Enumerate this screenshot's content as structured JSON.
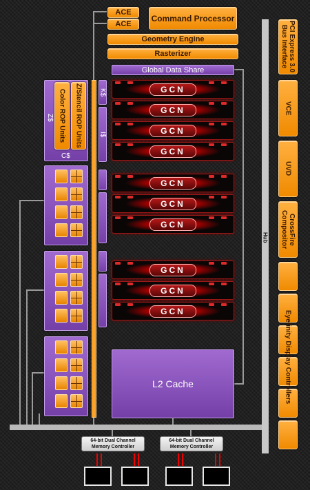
{
  "top": {
    "ace1": "ACE",
    "ace2": "ACE",
    "command_processor": "Command Processor",
    "geometry_engine": "Geometry Engine",
    "rasterizer": "Rasterizer",
    "global_data_share": "Global Data Share"
  },
  "compute_units": {
    "label": "GCN",
    "groups": [
      {
        "count": 4
      },
      {
        "count": 3
      },
      {
        "count": 3
      }
    ]
  },
  "left": {
    "color_rop": "Color ROP Units",
    "z_stencil_rop": "Z/Stencil ROP Units",
    "z_label": "Z$",
    "c_label": "C$",
    "k_label": "K$",
    "i_label": "I$"
  },
  "l2_cache": "L2 Cache",
  "hub": "Hub",
  "right": {
    "pci": "PCI Express 3.0 Bus Interface",
    "vce": "VCE",
    "uvd": "UVD",
    "crossfire": "CrossFire Compositor",
    "eyefinity": "Eyefinity Display Controllers"
  },
  "memory_controllers": [
    {
      "line1": "64-bit Dual Channel",
      "line2": "Memory Controller"
    },
    {
      "line1": "64-bit Dual Channel",
      "line2": "Memory Controller"
    }
  ],
  "colors": {
    "orange": "#f39a1c",
    "purple": "#8a55bd",
    "gcn_red": "#c41a1a",
    "background": "#1c1c1c"
  }
}
